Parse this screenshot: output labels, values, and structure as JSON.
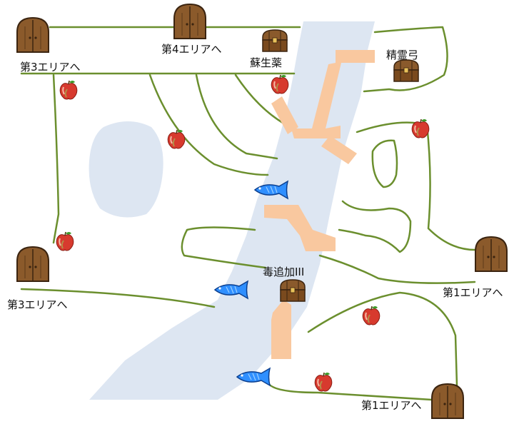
{
  "map": {
    "labels": {
      "to_area3_top": "第3エリアへ",
      "to_area4": "第4エリアへ",
      "soseiyaku": "蘇生薬",
      "seireiyumi": "精霊弓",
      "to_area3_left": "第3エリアへ",
      "poison_add": "毒追加III",
      "to_area1_right": "第1エリアへ",
      "to_area1_bottom": "第1エリアへ"
    },
    "colors": {
      "water": "#dde6f2",
      "path": "#6b8f2e",
      "bridge": "#f9c89f",
      "door": "#8b5a2b",
      "apple": "#d73a2e",
      "fish": "#2f8fff",
      "chest": "#7a4a1e"
    }
  }
}
